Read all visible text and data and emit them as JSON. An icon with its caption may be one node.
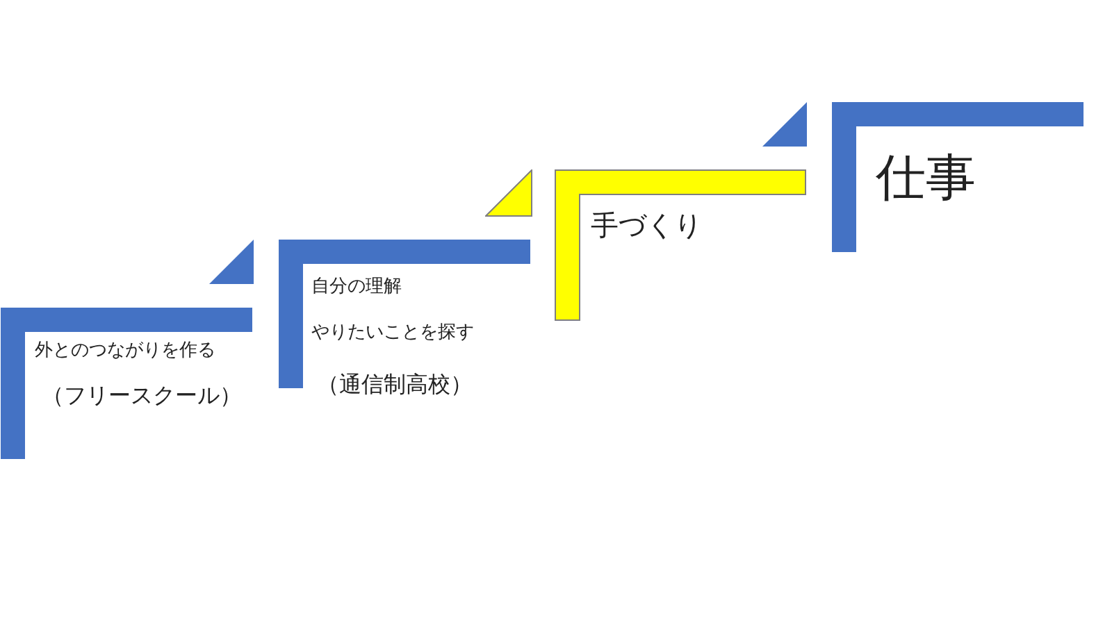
{
  "diagram": {
    "nodes": [
      {
        "text": [
          "外とのつながりを作る",
          "（フリースクール）"
        ]
      },
      {
        "text": [
          "自分の理解",
          "やりたいことを探す",
          "（通信制高校）"
        ]
      },
      {
        "text": [
          "手づくり"
        ]
      },
      {
        "text": [
          "仕事"
        ]
      }
    ],
    "edges": [
      {
        "from": 1,
        "to": 0,
        "arrow": "to"
      },
      {
        "from": 2,
        "to": 1,
        "arrow": "to"
      },
      {
        "from": 3,
        "to": 2,
        "arrow": "to"
      }
    ]
  }
}
